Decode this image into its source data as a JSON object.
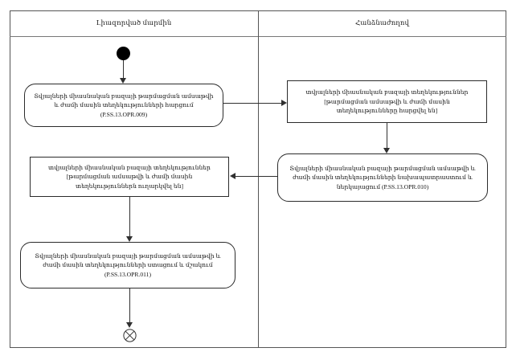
{
  "diagram": {
    "type": "uml-activity-diagram",
    "lanes": [
      {
        "id": "authorized-body",
        "title": "Լիազորված մարմին"
      },
      {
        "id": "commission",
        "title": "Հանձնաժողով"
      }
    ],
    "nodes": [
      {
        "id": "initial",
        "kind": "initial-node",
        "lane": "authorized-body",
        "label": ""
      },
      {
        "id": "action-opr-009",
        "kind": "action",
        "lane": "authorized-body",
        "text": "Տվյալների միասնական բազայի թարմացման ամսաթվի և ժամի մասին տեղեկությունների հարցում (P.SS.13.OPR.009)",
        "code": "P.SS.13.OPR.009"
      },
      {
        "id": "object-requested",
        "kind": "object-node",
        "lane": "commission",
        "text": "տվյալների միասնական բազայի տեղեկություններ [թարմացման ամսաթվի և ժամի մասին տեղեկությունները հարցվել են]",
        "state": "թարմացման ամսաթվի և ժամի մասին տեղեկությունները հարցվել են"
      },
      {
        "id": "action-opr-010",
        "kind": "action",
        "lane": "commission",
        "text": "Տվյալների միասնական բազայի թարմացման ամսաթվի և ժամի մասին տեղեկությունների նախապատրաստում և ներկայացում (P.SS.13.OPR.010)",
        "code": "P.SS.13.OPR.010"
      },
      {
        "id": "object-sent",
        "kind": "object-node",
        "lane": "authorized-body",
        "text": "տվյալների միասնական բազայի տեղեկություններ [թարմացման ամսաթվի և ժամի մասին տեղեկություններն ուղարկվել են]",
        "state": "թարմացման ամսաթվի և ժամի մասին տեղեկություններն ուղարկվել են"
      },
      {
        "id": "action-opr-011",
        "kind": "action",
        "lane": "authorized-body",
        "text": "Տվյալների միասնական բազայի թարմացման ամսաթվի և ժամի մասին տեղեկությունների ստացում և մշակում (P.SS.13.OPR.011)",
        "code": "P.SS.13.OPR.011"
      },
      {
        "id": "final",
        "kind": "flow-final-node",
        "lane": "authorized-body",
        "label": ""
      }
    ],
    "edges": [
      {
        "from": "initial",
        "to": "action-opr-009",
        "label": ""
      },
      {
        "from": "action-opr-009",
        "to": "object-requested",
        "label": ""
      },
      {
        "from": "object-requested",
        "to": "action-opr-010",
        "label": ""
      },
      {
        "from": "action-opr-010",
        "to": "object-sent",
        "label": ""
      },
      {
        "from": "object-sent",
        "to": "action-opr-011",
        "label": ""
      },
      {
        "from": "action-opr-011",
        "to": "final",
        "label": ""
      }
    ],
    "colors": {
      "frame_stroke": "#555555",
      "node_stroke": "#2b2b2b",
      "edge_stroke": "#303030",
      "text": "#101010",
      "background": "#ffffff",
      "initial_fill": "#000000"
    }
  }
}
